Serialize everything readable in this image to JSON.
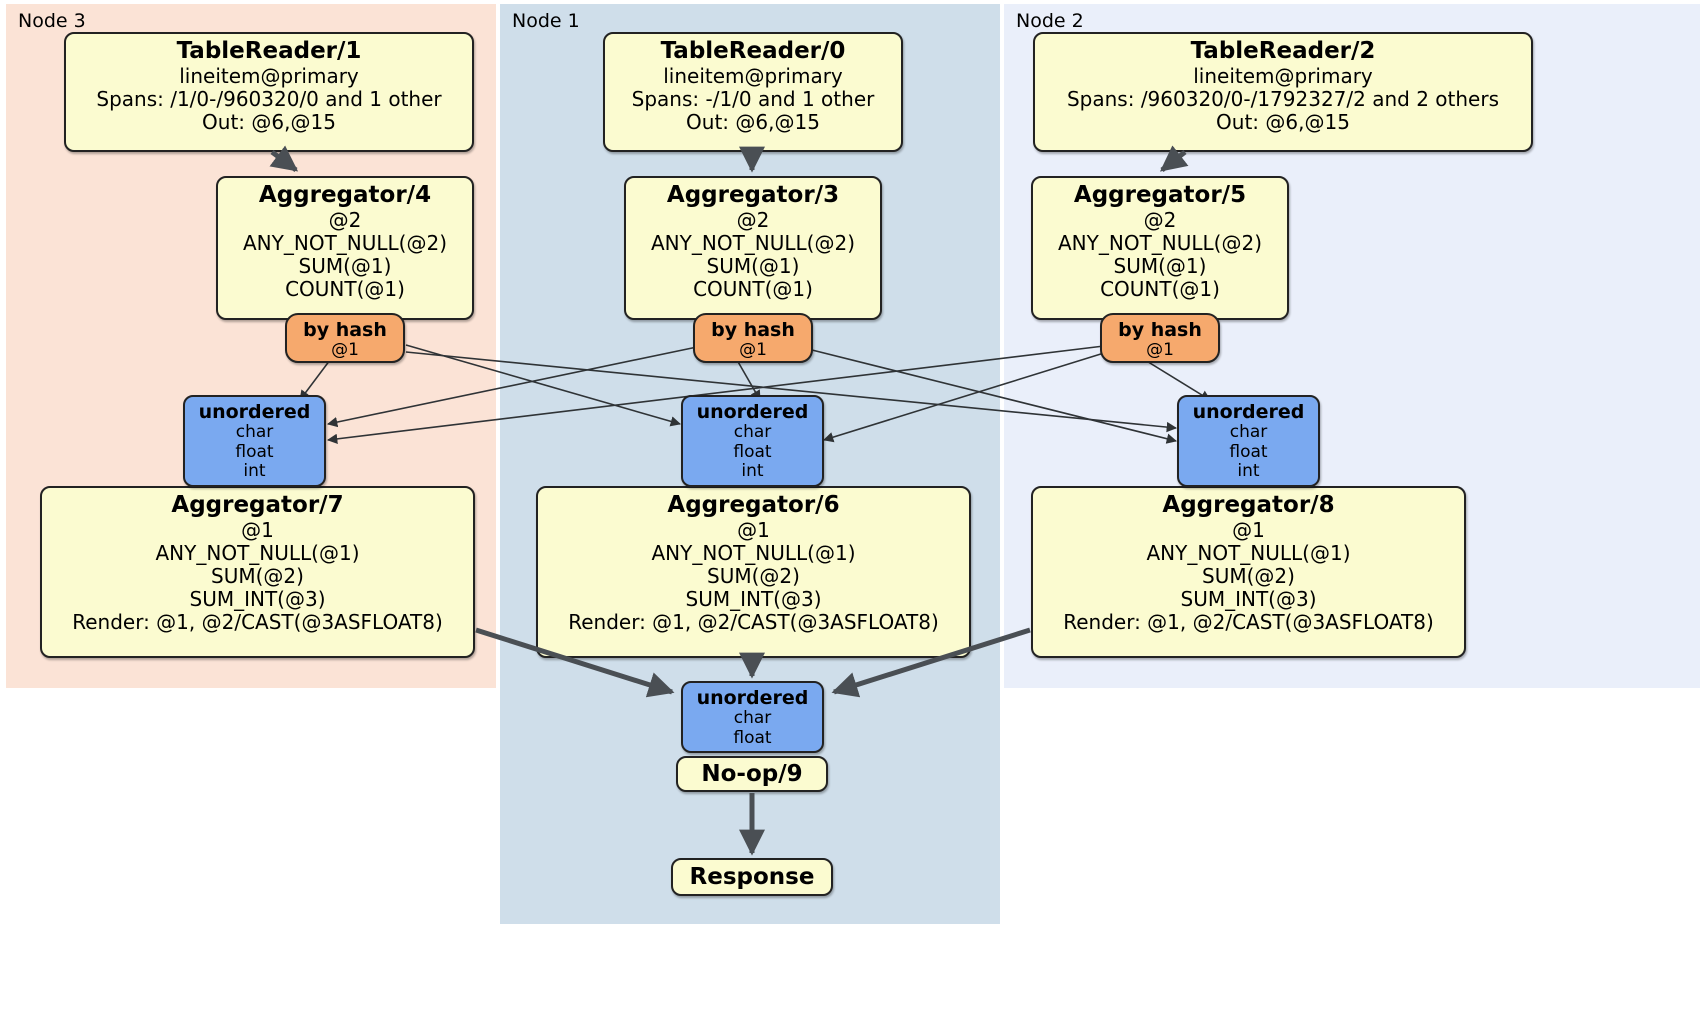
{
  "diagram": {
    "type": "distributed-query-plan",
    "title": "",
    "colors": {
      "processor_fill": "#fbfbd0",
      "router_fill": "#f6a96d",
      "sync_fill": "#7aa9f0",
      "node3_panel": "#fbe3d6",
      "node1_panel": "#cfdeea",
      "node2_panel": "#eaeffa",
      "edge": "#4a4f54",
      "border": "#222222"
    }
  },
  "nodes": [
    {
      "id": "node3",
      "label": "Node 3"
    },
    {
      "id": "node1",
      "label": "Node 1"
    },
    {
      "id": "node2",
      "label": "Node 2"
    }
  ],
  "processors": {
    "table_reader_1": {
      "title": "TableReader/1",
      "lines": [
        "lineitem@primary",
        "Spans: /1/0-/960320/0 and 1 other",
        "Out: @6,@15"
      ]
    },
    "table_reader_0": {
      "title": "TableReader/0",
      "lines": [
        "lineitem@primary",
        "Spans: -/1/0 and 1 other",
        "Out: @6,@15"
      ]
    },
    "table_reader_2": {
      "title": "TableReader/2",
      "lines": [
        "lineitem@primary",
        "Spans: /960320/0-/1792327/2 and 2 others",
        "Out: @6,@15"
      ]
    },
    "aggregator_4": {
      "title": "Aggregator/4",
      "lines": [
        "@2",
        "ANY_NOT_NULL(@2)",
        "SUM(@1)",
        "COUNT(@1)"
      ]
    },
    "aggregator_3": {
      "title": "Aggregator/3",
      "lines": [
        "@2",
        "ANY_NOT_NULL(@2)",
        "SUM(@1)",
        "COUNT(@1)"
      ]
    },
    "aggregator_5": {
      "title": "Aggregator/5",
      "lines": [
        "@2",
        "ANY_NOT_NULL(@2)",
        "SUM(@1)",
        "COUNT(@1)"
      ]
    },
    "aggregator_7": {
      "title": "Aggregator/7",
      "lines": [
        "@1",
        "ANY_NOT_NULL(@1)",
        "SUM(@2)",
        "SUM_INT(@3)",
        "Render: @1, @2/CAST(@3ASFLOAT8)"
      ]
    },
    "aggregator_6": {
      "title": "Aggregator/6",
      "lines": [
        "@1",
        "ANY_NOT_NULL(@1)",
        "SUM(@2)",
        "SUM_INT(@3)",
        "Render: @1, @2/CAST(@3ASFLOAT8)"
      ]
    },
    "aggregator_8": {
      "title": "Aggregator/8",
      "lines": [
        "@1",
        "ANY_NOT_NULL(@1)",
        "SUM(@2)",
        "SUM_INT(@3)",
        "Render: @1, @2/CAST(@3ASFLOAT8)"
      ]
    },
    "noop_9": {
      "title": "No-op/9",
      "lines": []
    },
    "response": {
      "title": "Response",
      "lines": []
    }
  },
  "routers": {
    "by_hash_left": {
      "title": "by hash",
      "lines": [
        "@1"
      ]
    },
    "by_hash_center": {
      "title": "by hash",
      "lines": [
        "@1"
      ]
    },
    "by_hash_right": {
      "title": "by hash",
      "lines": [
        "@1"
      ]
    }
  },
  "synchronizers": {
    "unordered_left": {
      "title": "unordered",
      "lines": [
        "char",
        "float",
        "int"
      ]
    },
    "unordered_center": {
      "title": "unordered",
      "lines": [
        "char",
        "float",
        "int"
      ]
    },
    "unordered_right": {
      "title": "unordered",
      "lines": [
        "char",
        "float",
        "int"
      ]
    },
    "unordered_final": {
      "title": "unordered",
      "lines": [
        "char",
        "float"
      ]
    }
  }
}
